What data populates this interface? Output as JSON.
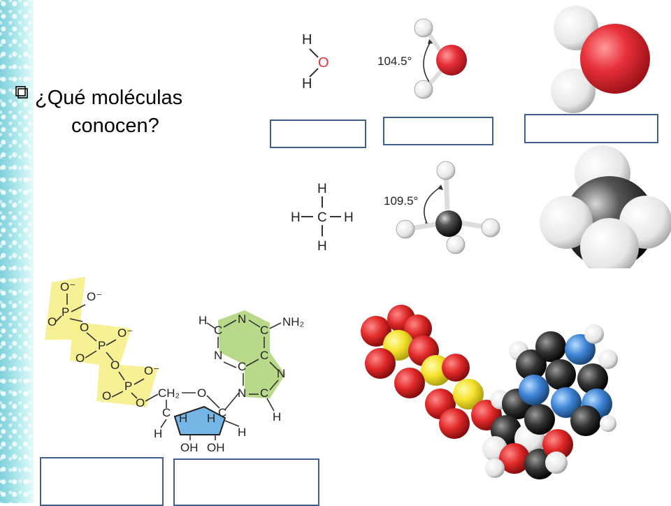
{
  "slide": {
    "question": "¿Qué moléculas",
    "question_line2": "conocen?"
  },
  "water": {
    "atoms": [
      "H",
      "O",
      "H"
    ],
    "angle": "104.5°"
  },
  "methane": {
    "atoms_center": "C",
    "atoms_h": "H",
    "angle": "109.5°"
  },
  "atp": {
    "phosphate_groups": [
      {
        "O_minus_top": "O⁻",
        "P": "P",
        "O_minus_right": "O⁻",
        "O_left": "O"
      },
      {
        "O_bridge": "O",
        "P": "P",
        "O_minus_right": "O⁻",
        "O_left": "O"
      },
      {
        "O_bridge": "O",
        "P": "P",
        "O_minus_right": "O⁻",
        "O_left": "O"
      }
    ],
    "ch2": "CH₂",
    "ring_o": "O",
    "ring_h": "H",
    "ring_c": "C",
    "oh": "OH",
    "nh2": "NH₂",
    "n": "N",
    "c": "C",
    "h": "H"
  },
  "colors": {
    "oxygen": "#e8303a",
    "hydrogen": "#f2f2f2",
    "carbon": "#222222",
    "phosphorus": "#f5e63a",
    "nitrogen": "#3d83d6",
    "phosphate_highlight": "#f6ef8a",
    "base_highlight": "#b8d98a",
    "sugar_highlight": "#74b6e6",
    "box_border": "#3f5f8f"
  }
}
